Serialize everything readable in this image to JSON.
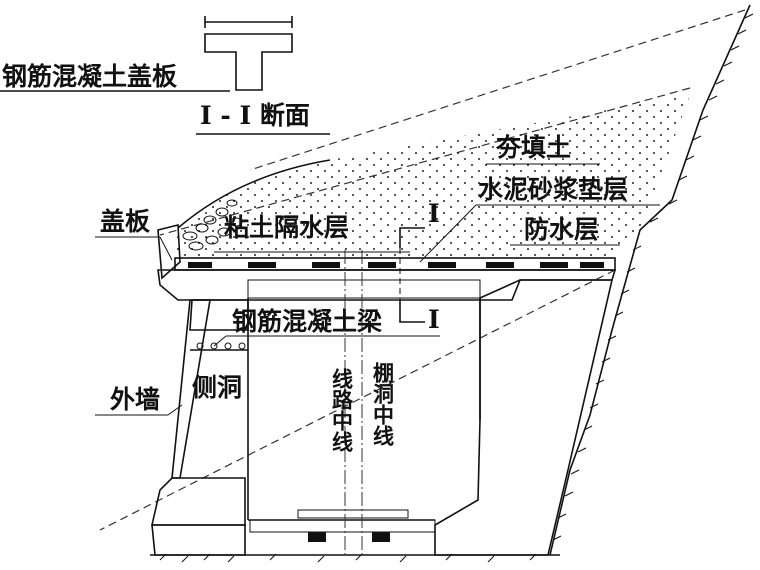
{
  "labels": {
    "cover_detail": "钢筋混凝土盖板",
    "section": "Ⅰ - Ⅰ 断面",
    "backfill": "夯填土",
    "mortar_bed": "水泥砂浆垫层",
    "clay_layer": "粘土隔水层",
    "waterproof": "防水层",
    "cover_plate": "盖板",
    "rc_beam": "钢筋混凝土梁",
    "outer_wall": "外墙",
    "side_opening": "侧洞",
    "track_centerline": "线路中线",
    "shed_centerline": "棚洞中线",
    "mark_upper": "Ⅰ",
    "mark_lower": "Ⅰ"
  }
}
